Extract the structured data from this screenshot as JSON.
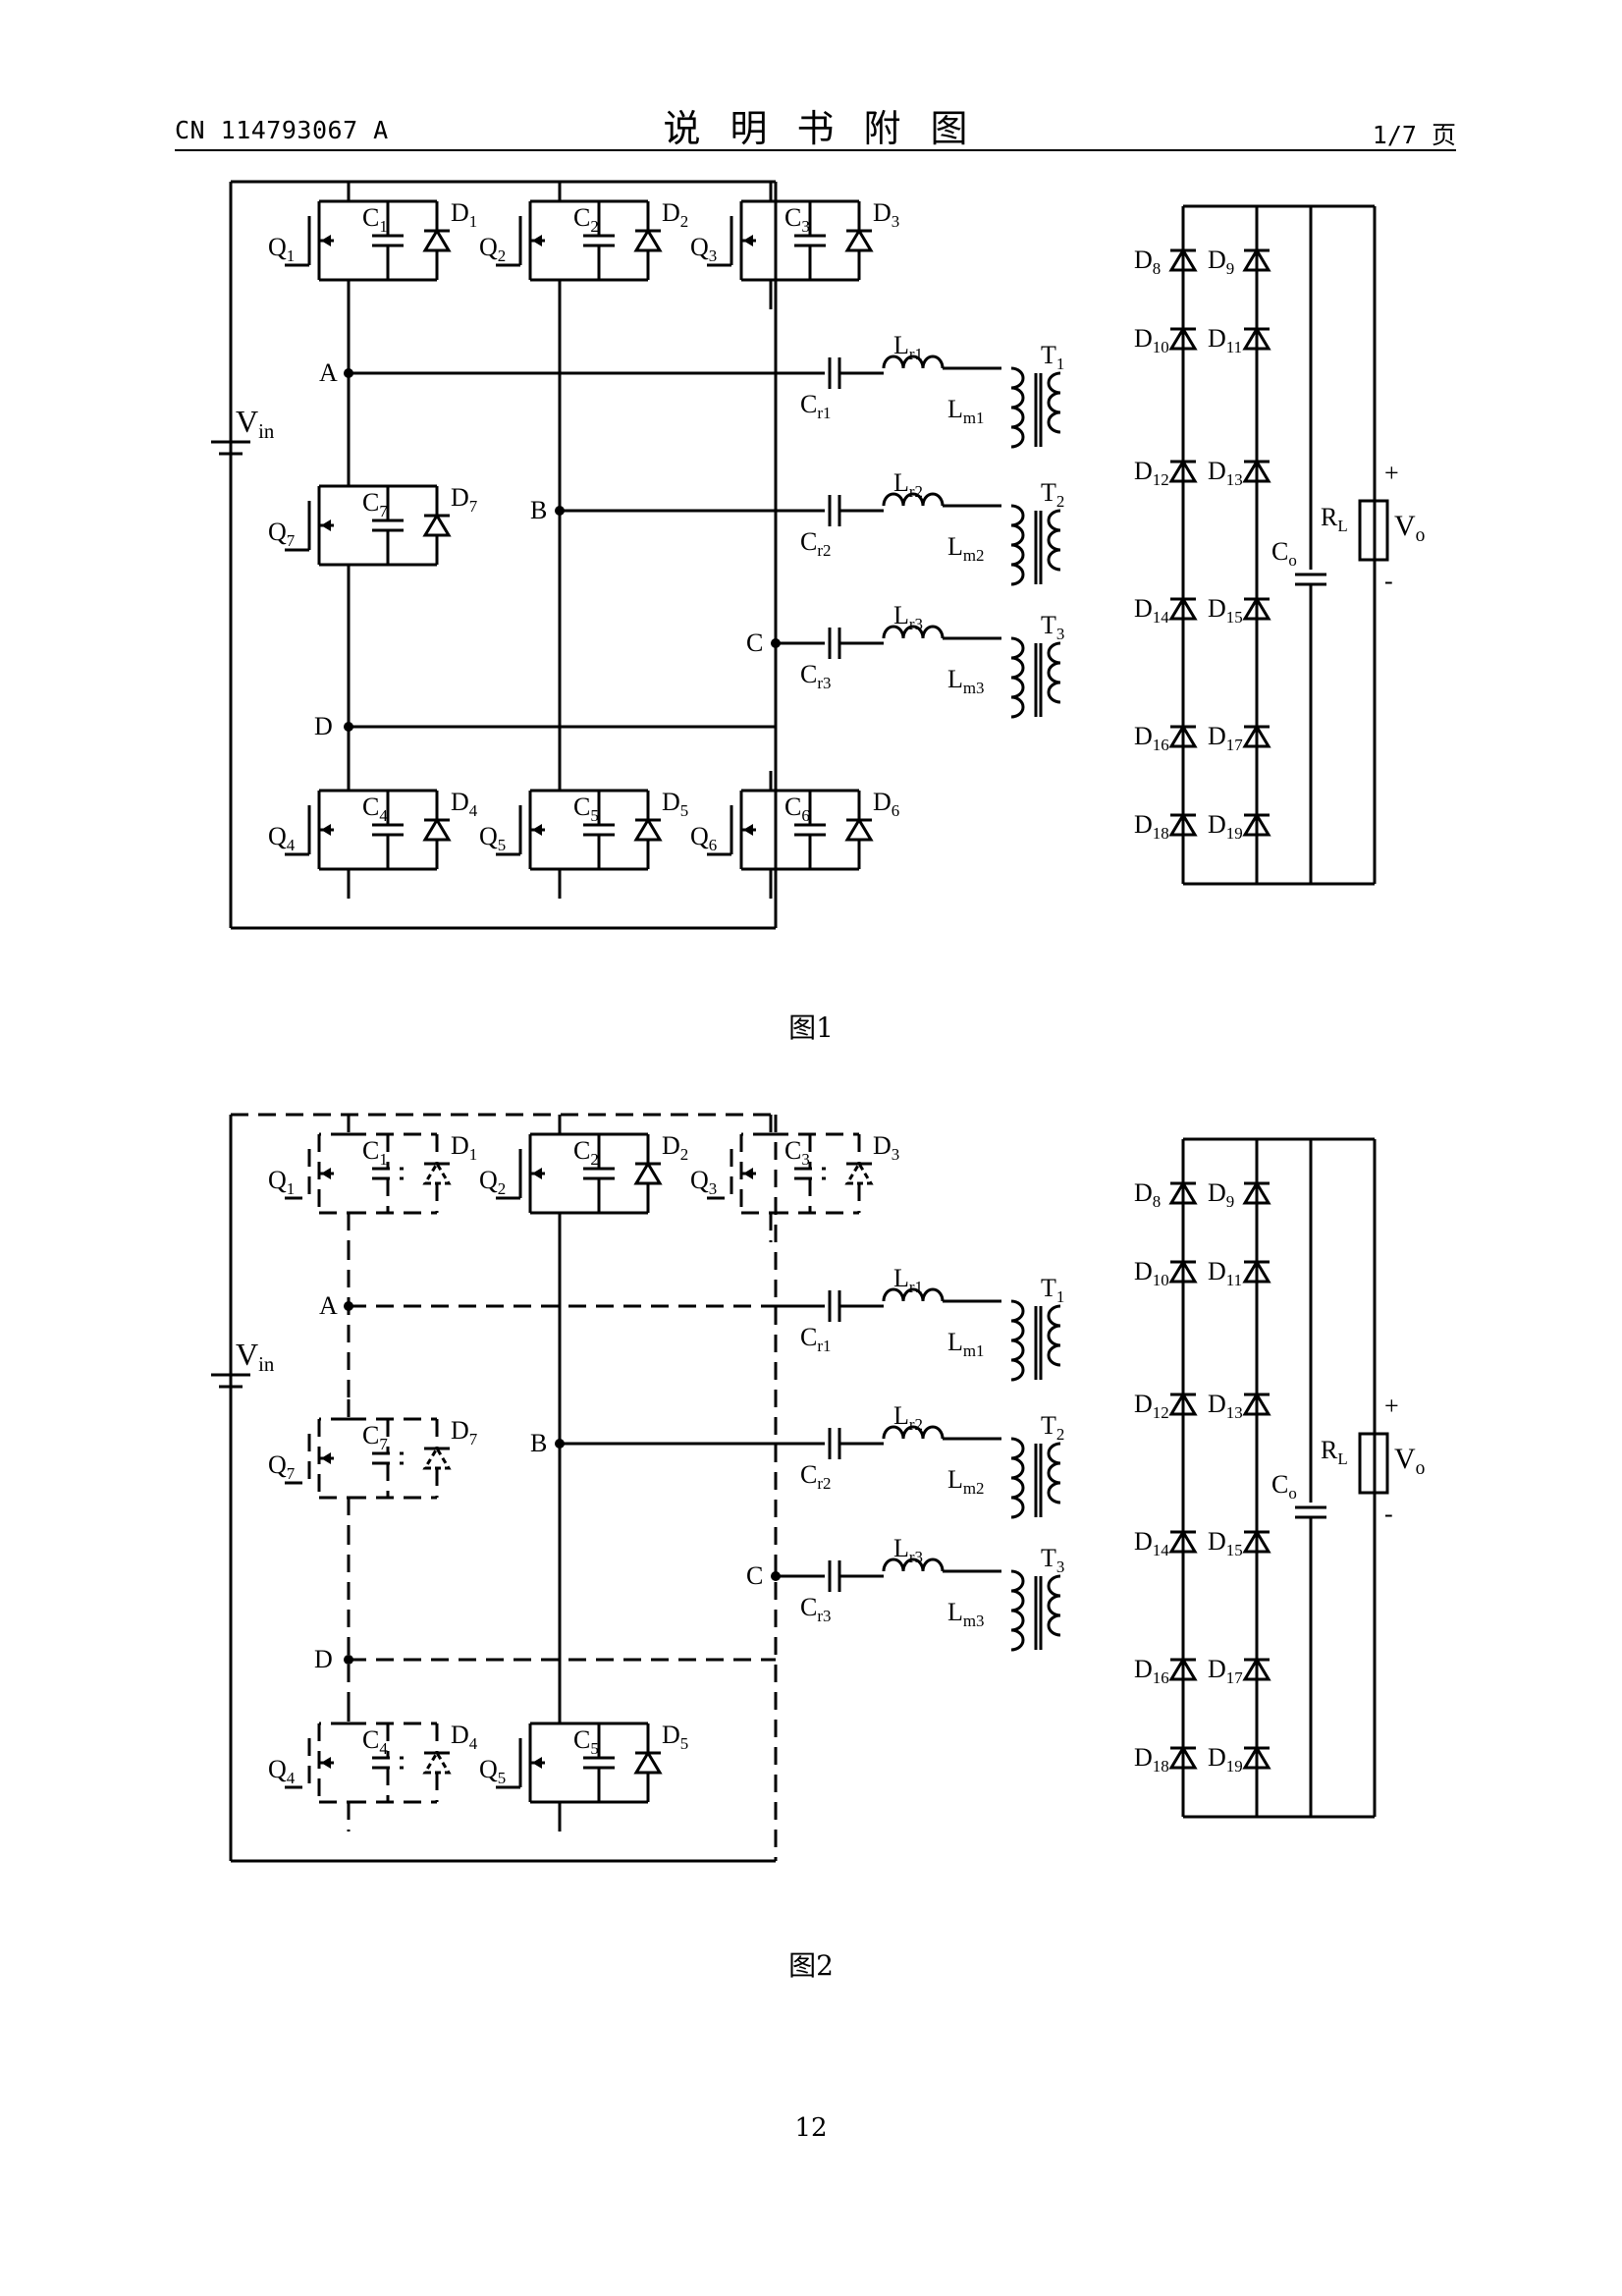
{
  "header": {
    "publication_number": "CN 114793067 A",
    "section_title": "说明书附图",
    "page_of": "1/7 页"
  },
  "figures": [
    {
      "caption": "图1"
    },
    {
      "caption": "图2"
    }
  ],
  "labels": {
    "Q1": "Q",
    "Q1s": "1",
    "Q2": "Q",
    "Q2s": "2",
    "Q3": "Q",
    "Q3s": "3",
    "Q4": "Q",
    "Q4s": "4",
    "Q5": "Q",
    "Q5s": "5",
    "Q6": "Q",
    "Q6s": "6",
    "Q7": "Q",
    "Q7s": "7",
    "C1": "C",
    "C1s": "1",
    "C2": "C",
    "C2s": "2",
    "C3": "C",
    "C3s": "3",
    "C4": "C",
    "C4s": "4",
    "C5": "C",
    "C5s": "5",
    "C6": "C",
    "C6s": "6",
    "C7": "C",
    "C7s": "7",
    "D1": "D",
    "D1s": "1",
    "D2": "D",
    "D2s": "2",
    "D3": "D",
    "D3s": "3",
    "D4": "D",
    "D4s": "4",
    "D5": "D",
    "D5s": "5",
    "D6": "D",
    "D6s": "6",
    "D7": "D",
    "D7s": "7",
    "D8": "D",
    "D8s": "8",
    "D9": "D",
    "D9s": "9",
    "D10": "D",
    "D10s": "10",
    "D11": "D",
    "D11s": "11",
    "D12": "D",
    "D12s": "12",
    "D13": "D",
    "D13s": "13",
    "D14": "D",
    "D14s": "14",
    "D15": "D",
    "D15s": "15",
    "D16": "D",
    "D16s": "16",
    "D17": "D",
    "D17s": "17",
    "D18": "D",
    "D18s": "18",
    "D19": "D",
    "D19s": "19",
    "A": "A",
    "B": "B",
    "C": "C",
    "D": "D",
    "Vin": "V",
    "Vins": "in",
    "Cr1": "C",
    "Cr1s": "r1",
    "Cr2": "C",
    "Cr2s": "r2",
    "Cr3": "C",
    "Cr3s": "r3",
    "Lr1": "L",
    "Lr1s": "r1",
    "Lr2": "L",
    "Lr2s": "r2",
    "Lr3": "L",
    "Lr3s": "r3",
    "Lm1": "L",
    "Lm1s": "m1",
    "Lm2": "L",
    "Lm2s": "m2",
    "Lm3": "L",
    "Lm3s": "m3",
    "T1": "T",
    "T1s": "1",
    "T2": "T",
    "T2s": "2",
    "T3": "T",
    "T3s": "3",
    "Co": "C",
    "Cos": "o",
    "RL": "R",
    "RLs": "L",
    "Vo": "V",
    "Vos": "o",
    "plus": "+",
    "minus": "-"
  },
  "page_number": "12"
}
